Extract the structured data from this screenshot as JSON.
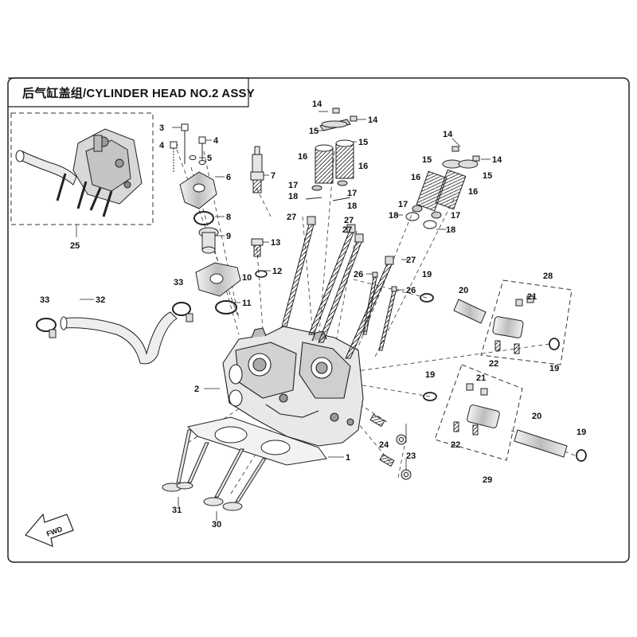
{
  "title": "后气缸盖组/CYLINDER HEAD NO.2  ASSY",
  "fwd_label": "FWD",
  "callouts": [
    "1",
    "2",
    "3",
    "4",
    "4",
    "5",
    "6",
    "7",
    "8",
    "9",
    "10",
    "11",
    "12",
    "13",
    "14",
    "14",
    "14",
    "14",
    "15",
    "15",
    "15",
    "15",
    "16",
    "16",
    "16",
    "16",
    "17",
    "17",
    "17",
    "17",
    "18",
    "18",
    "18",
    "18",
    "19",
    "19",
    "19",
    "19",
    "20",
    "20",
    "21",
    "21",
    "22",
    "22",
    "23",
    "24",
    "25",
    "26",
    "26",
    "27",
    "27",
    "27",
    "27",
    "28",
    "29",
    "30",
    "31",
    "32",
    "33",
    "33"
  ]
}
